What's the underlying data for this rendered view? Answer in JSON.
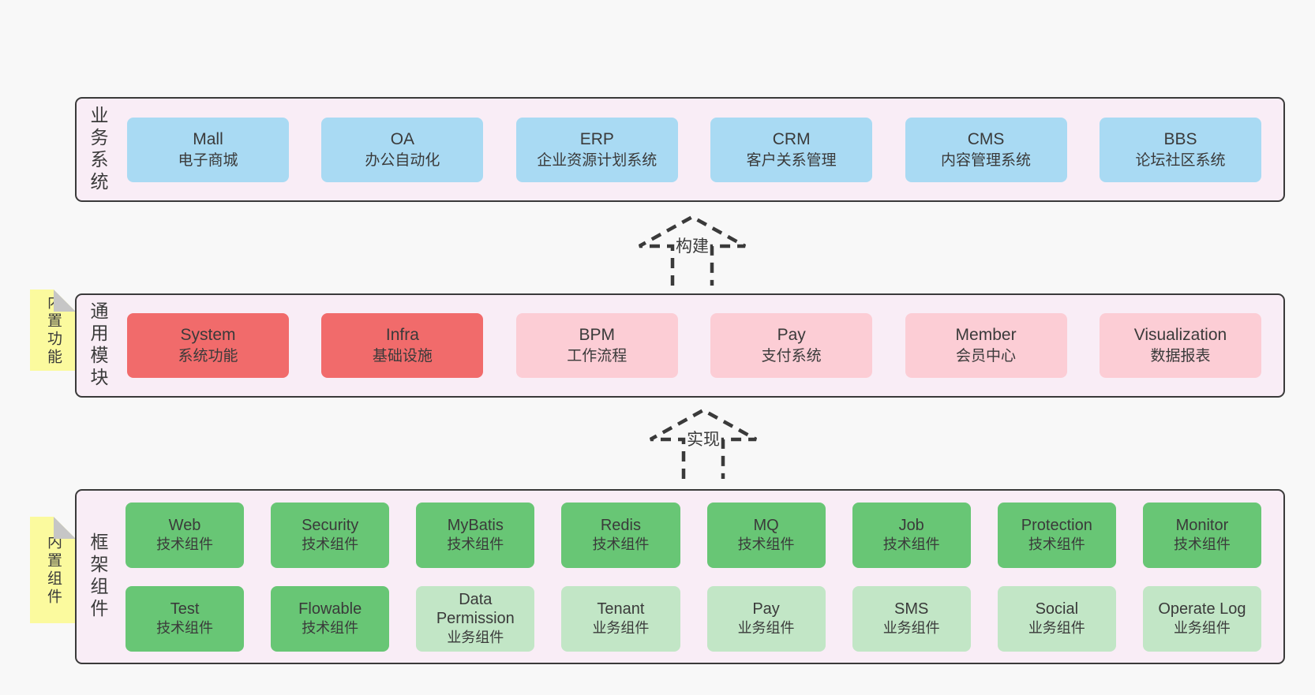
{
  "colors": {
    "page_bg": "#f8f8f8",
    "panel_bg": "#f9edf6",
    "panel_border": "#3a3a3a",
    "business_box": "#a9daf3",
    "module_strong": "#f16b6b",
    "module_light": "#fccdd5",
    "tech_component": "#68c675",
    "biz_component": "#c2e6c6",
    "note_bg": "#fbfa9e",
    "note_fold": "#c6c6c6",
    "text": "#3a3a3a"
  },
  "sections": {
    "business": {
      "label": "业务系统",
      "boxes": [
        {
          "name": "Mall",
          "sub": "电子商城"
        },
        {
          "name": "OA",
          "sub": "办公自动化"
        },
        {
          "name": "ERP",
          "sub": "企业资源计划系统"
        },
        {
          "name": "CRM",
          "sub": "客户关系管理"
        },
        {
          "name": "CMS",
          "sub": "内容管理系统"
        },
        {
          "name": "BBS",
          "sub": "论坛社区系统"
        }
      ]
    },
    "arrow_build": {
      "label": "构建"
    },
    "modules": {
      "label": "通用模块",
      "note": "内置功能",
      "boxes": [
        {
          "name": "System",
          "sub": "系统功能"
        },
        {
          "name": "Infra",
          "sub": "基础设施"
        },
        {
          "name": "BPM",
          "sub": "工作流程"
        },
        {
          "name": "Pay",
          "sub": "支付系统"
        },
        {
          "name": "Member",
          "sub": "会员中心"
        },
        {
          "name": "Visualization",
          "sub": "数据报表"
        }
      ]
    },
    "arrow_implement": {
      "label": "实现"
    },
    "framework": {
      "label": "框架组件",
      "note": "内置组件",
      "boxes": [
        {
          "name": "Web",
          "sub": "技术组件"
        },
        {
          "name": "Security",
          "sub": "技术组件"
        },
        {
          "name": "MyBatis",
          "sub": "技术组件"
        },
        {
          "name": "Redis",
          "sub": "技术组件"
        },
        {
          "name": "MQ",
          "sub": "技术组件"
        },
        {
          "name": "Job",
          "sub": "技术组件"
        },
        {
          "name": "Protection",
          "sub": "技术组件"
        },
        {
          "name": "Monitor",
          "sub": "技术组件"
        },
        {
          "name": "Test",
          "sub": "技术组件"
        },
        {
          "name": "Flowable",
          "sub": "技术组件"
        },
        {
          "name": "Data Permission",
          "sub": "业务组件"
        },
        {
          "name": "Tenant",
          "sub": "业务组件"
        },
        {
          "name": "Pay",
          "sub": "业务组件"
        },
        {
          "name": "SMS",
          "sub": "业务组件"
        },
        {
          "name": "Social",
          "sub": "业务组件"
        },
        {
          "name": "Operate Log",
          "sub": "业务组件"
        }
      ]
    }
  }
}
